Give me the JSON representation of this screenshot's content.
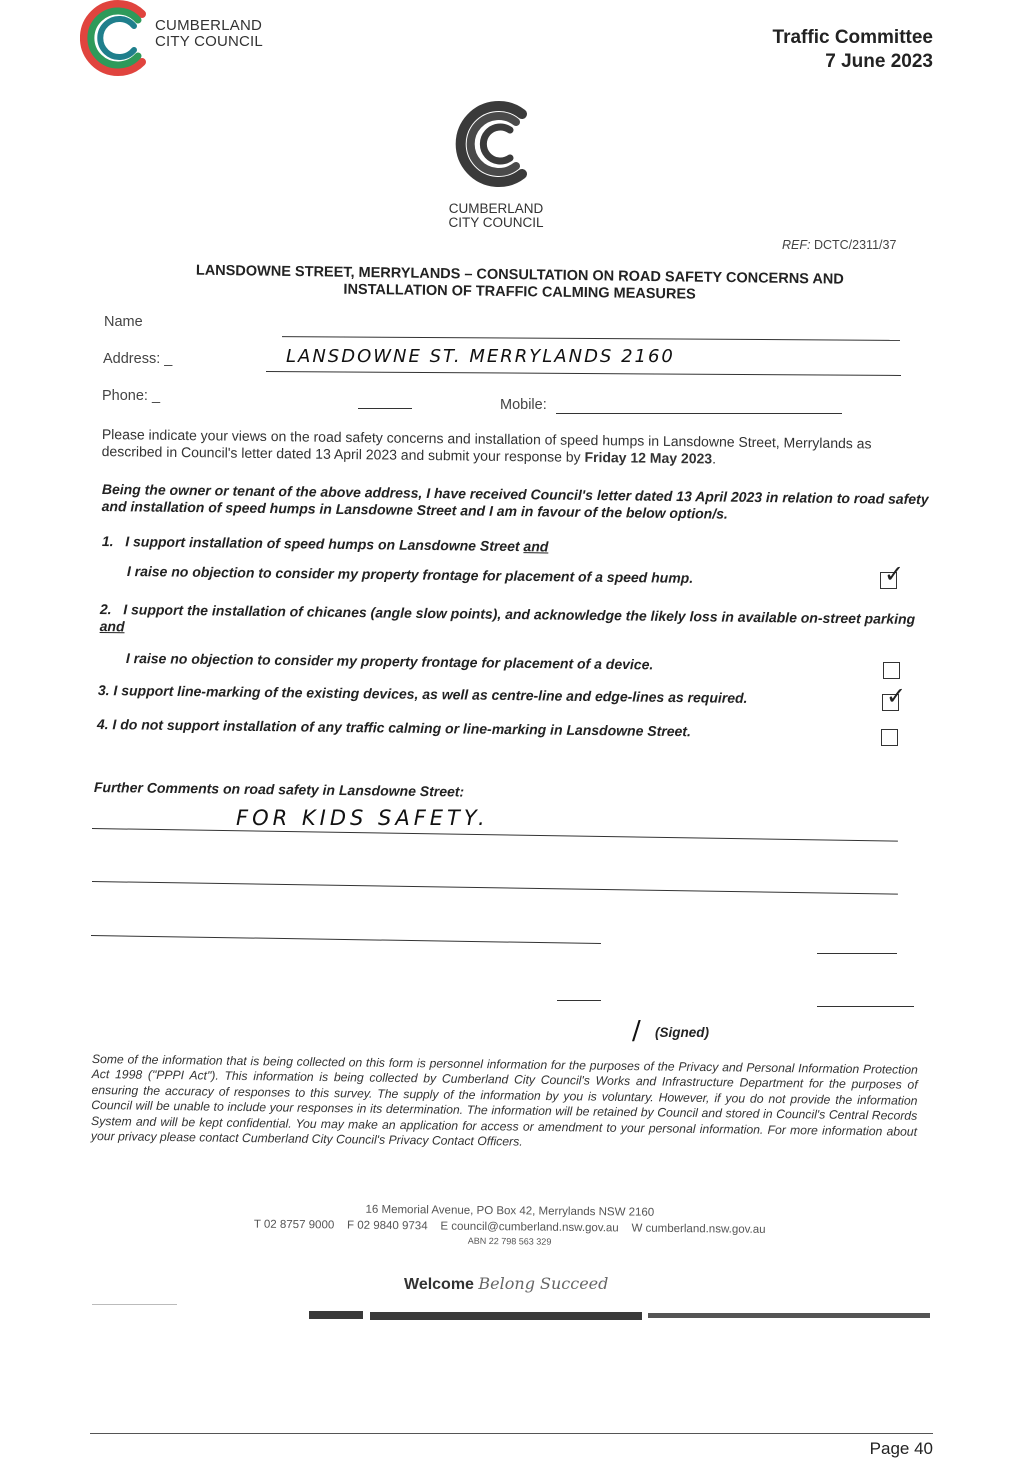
{
  "header": {
    "council_line1": "CUMBERLAND",
    "council_line2": "CITY COUNCIL",
    "committee": "Traffic Committee",
    "date": "7 June 2023"
  },
  "letterhead": {
    "council_line1": "CUMBERLAND",
    "council_line2": "CITY COUNCIL",
    "ref_prefix": "REF:",
    "ref_number": "DCTC/2311/37"
  },
  "form": {
    "title_line1": "LANSDOWNE STREET, MERRYLANDS – CONSULTATION ON ROAD SAFETY CONCERNS AND",
    "title_line2": "INSTALLATION OF TRAFFIC CALMING MEASURES",
    "name_label": "Name",
    "address_label": "Address: _",
    "address_value": "LANSDOWNE ST. MERRYLANDS 2160",
    "phone_label": "Phone: _",
    "mobile_label": "Mobile:",
    "instructions_part1": "Please indicate your views on the road safety concerns and installation of speed humps in Lansdowne Street, Merrylands as described in Council's letter dated 13 April 2023 and submit your response by ",
    "instructions_deadline": "Friday 12 May 2023",
    "instructions_end": ".",
    "declaration": "Being the owner or tenant of the above address, I have received Council's letter dated 13 April 2023 in relation to road safety and installation of speed humps in Lansdowne Street and I am in favour of the below option/s.",
    "options": [
      {
        "num": "1.",
        "text": "I support installation of speed humps on Lansdowne Street",
        "and": "and",
        "sub": "I raise no objection to consider my property frontage for placement of a speed hump.",
        "checked": true
      },
      {
        "num": "2.",
        "text": "I support the installation of chicanes (angle slow points), and acknowledge the likely loss in available on-street parking",
        "and": "and",
        "sub": "I raise no objection to consider my property frontage for placement of a device.",
        "checked": false
      },
      {
        "num": "3.",
        "text": "I support line-marking of the existing devices, as well as centre-line and edge-lines as required.",
        "checked": true
      },
      {
        "num": "4.",
        "text": "I do not support installation of any traffic calming or line-marking in Lansdowne Street.",
        "checked": false
      }
    ],
    "comments_label": "Further Comments on road safety in Lansdowne Street:",
    "comments_value": "FOR KIDS SAFETY.",
    "signed_label": "(Signed)",
    "signed_slash": "/",
    "privacy": "Some of the information that is being collected on this form is personnel information for the purposes of the Privacy and Personal Information Protection Act 1998 (\"PPPI Act\"). This information is being collected by Cumberland City Council's Works and Infrastructure Department for the purposes of ensuring the accuracy of responses to this survey. The supply of the information by you is voluntary. However, if you do not provide the information Council will be unable to include your responses in its determination. The information will be retained by Council and stored in Council's Central Records System and will be kept confidential. You may make an application for access or amendment to your personal information. For more information about your privacy please contact Cumberland City Council's Privacy Contact Officers."
  },
  "footer": {
    "address": "16 Memorial Avenue, PO Box 42, Merrylands NSW 2160",
    "phone": "T 02 8757 9000",
    "fax": "F 02 9840 9734",
    "email": "E council@cumberland.nsw.gov.au",
    "web": "W cumberland.nsw.gov.au",
    "abn": "ABN 22 798 563 329",
    "slogan_bold": "Welcome",
    "slogan_rest": "Belong Succeed",
    "page": "Page 40"
  },
  "colors": {
    "logo_green": "#2e9a5a",
    "logo_teal": "#1f7f8c",
    "logo_red": "#e0443e",
    "logo_scan": "#3a3a3a"
  }
}
